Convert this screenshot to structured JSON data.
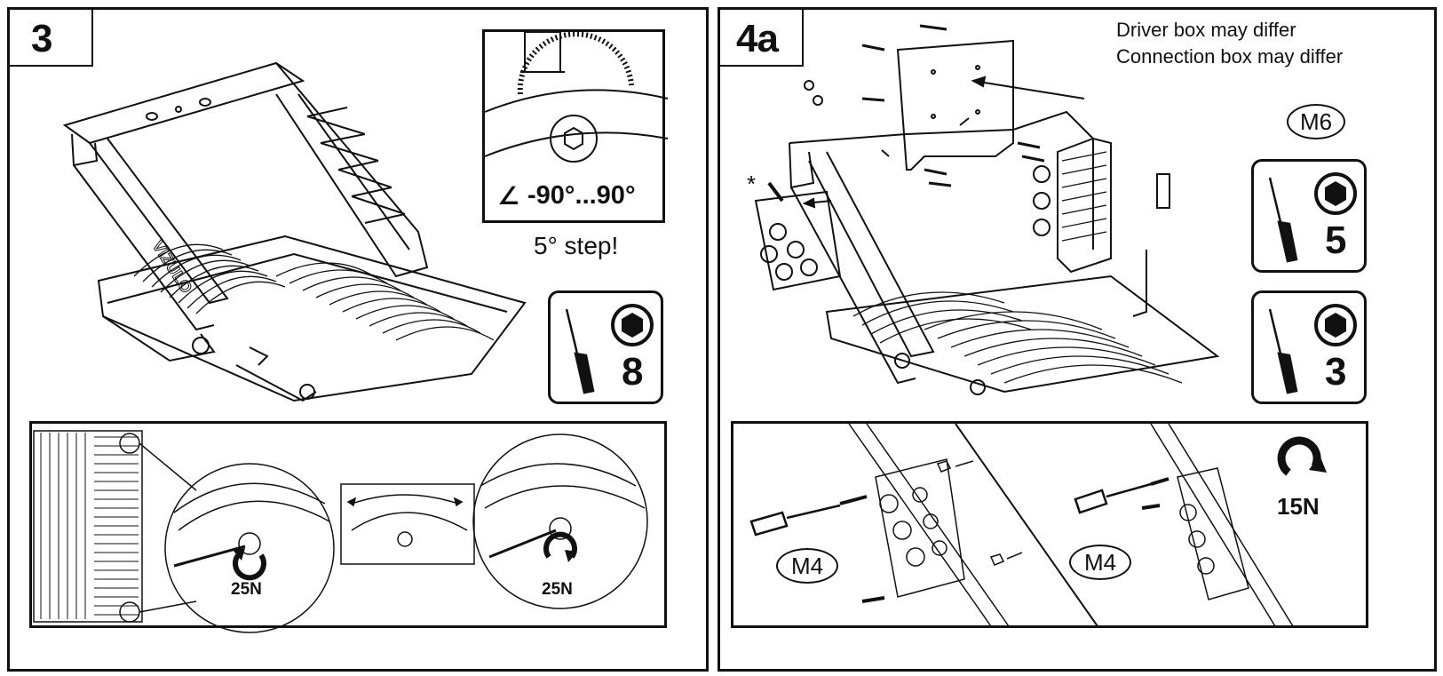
{
  "step3": {
    "number": "3",
    "brand": "VIZULO",
    "angle_range": "-90°...90°",
    "step_note": "5° step!",
    "hex_size": "8",
    "torque_left": "25N",
    "torque_right": "25N"
  },
  "step4a": {
    "number": "4a",
    "note_driver": "Driver box may differ",
    "note_connection": "Connection box may differ",
    "bolt_size_top": "M6",
    "hex_size_a": "5",
    "hex_size_b": "3",
    "asterisk": "*",
    "bolt_size_left": "M4",
    "bolt_size_right": "M4",
    "torque": "15N"
  },
  "colors": {
    "ink": "#111111",
    "paper": "#ffffff"
  },
  "icons": [
    "screwdriver-icon",
    "hex-socket-icon",
    "rotate-ccw-icon",
    "rotate-cw-icon",
    "angle-icon"
  ]
}
